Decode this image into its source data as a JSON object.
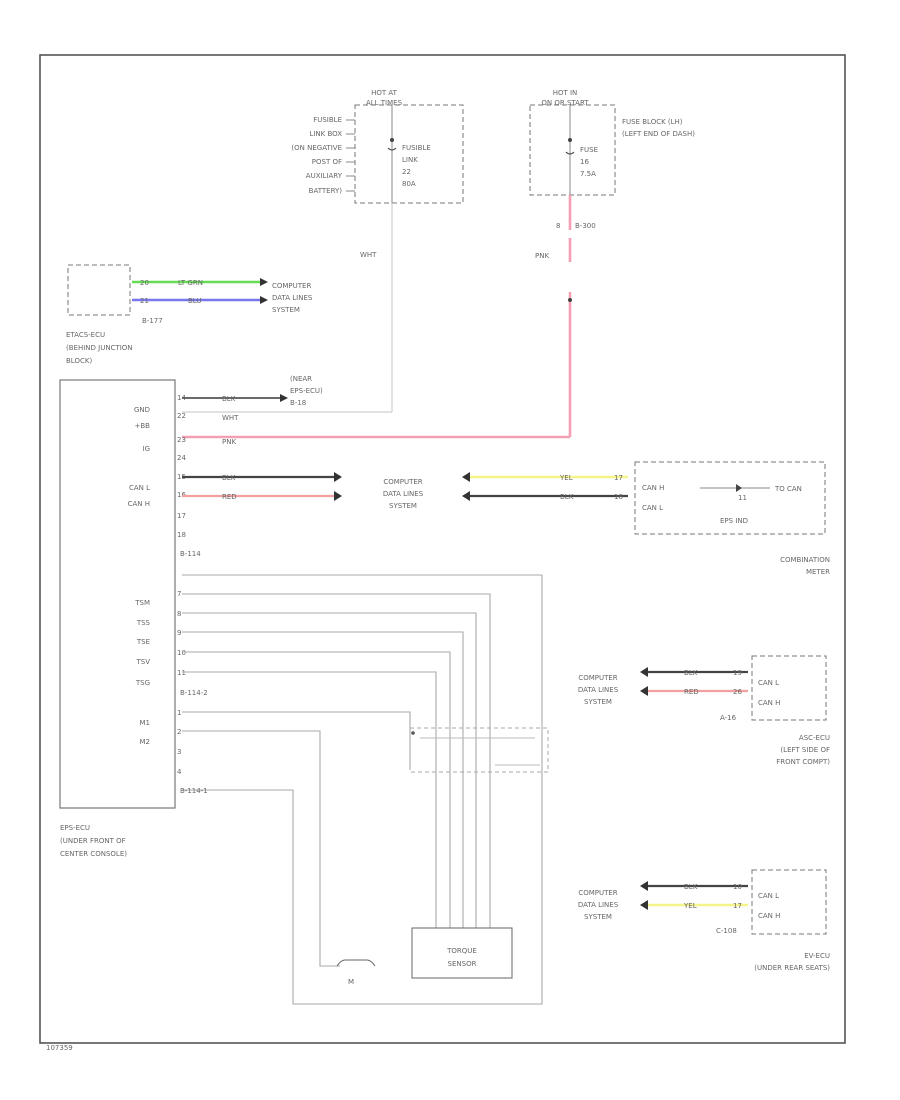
{
  "top_fuse_left": {
    "header": [
      "HOT AT",
      "ALL TIMES"
    ],
    "desc": [
      "FUSIBLE",
      "LINK BOX",
      "(ON NEGATIVE",
      "POST OF",
      "AUXILIARY",
      "BATTERY)"
    ],
    "fuse": [
      "FUSIBLE",
      "LINK",
      "22",
      "80A"
    ],
    "wire": "WHT"
  },
  "top_fuse_right": {
    "header": [
      "HOT IN",
      "ON OR START"
    ],
    "desc": [
      "FUSE BLOCK (LH)",
      "(LEFT END OF DASH)"
    ],
    "fuse": [
      "FUSE",
      "16",
      "7.5A"
    ],
    "connector": "8",
    "connector_id": "B-300",
    "wire": "PNK"
  },
  "ecu_gateway": {
    "wires": [
      {
        "pin": "20",
        "color": "LT GRN",
        "hex": "#66dd55"
      },
      {
        "pin": "21",
        "color": "BLU",
        "hex": "#7777ee"
      }
    ],
    "target": [
      "COMPUTER",
      "DATA LINES",
      "SYSTEM"
    ],
    "connector_id": "B-177",
    "name": [
      "ETACS-ECU",
      "(BEHIND JUNCTION",
      "BLOCK)"
    ]
  },
  "eps_ecu": {
    "pins_top": [
      {
        "label": "GND",
        "pin": "14",
        "color": "BLK"
      },
      {
        "label": "+BB",
        "pin": "22",
        "color": "WHT"
      },
      {
        "label": "IG",
        "pin": "23",
        "color": "PNK"
      },
      {
        "label": "",
        "pin": "24",
        "color": ""
      },
      {
        "label": "CAN L",
        "pin": "15",
        "color": "BLK"
      },
      {
        "label": "CAN H",
        "pin": "16",
        "color": "RED"
      },
      {
        "label": "",
        "pin": "17",
        "color": ""
      },
      {
        "label": "",
        "pin": "18",
        "color": ""
      }
    ],
    "connector_a": "B-114",
    "ground_target": [
      "(NEAR",
      "EPS-ECU)",
      "B-18"
    ],
    "can_target": [
      "COMPUTER",
      "DATA LINES",
      "SYSTEM"
    ],
    "pins_bottom": [
      {
        "label": "TSM",
        "pin": "7"
      },
      {
        "label": "TSS",
        "pin": "8"
      },
      {
        "label": "TSE",
        "pin": "9"
      },
      {
        "label": "TSV",
        "pin": "10"
      },
      {
        "label": "TSG",
        "pin": "11"
      }
    ],
    "connector_b": "B-114-2",
    "motor_pins": [
      {
        "label": "M1",
        "pin": "1"
      },
      {
        "label": "M2",
        "pin": "2"
      },
      {
        "label": "",
        "pin": "3"
      },
      {
        "label": "",
        "pin": "4"
      }
    ],
    "connector_c": "B-114-1",
    "name": [
      "EPS-ECU",
      "(UNDER FRONT OF",
      "CENTER CONSOLE)"
    ],
    "motor_label": "M",
    "sensor": [
      "TORQUE",
      "SENSOR"
    ]
  },
  "combination_meter": {
    "wires": [
      {
        "color": "YEL",
        "pin": "17",
        "hex": "#f4f48a"
      },
      {
        "color": "BLK",
        "pin": "18",
        "hex": "#444444"
      }
    ],
    "pins": [
      "CAN H",
      "CAN L"
    ],
    "inner": [
      "TO CAN",
      "11"
    ],
    "inner_label": "EPS IND",
    "name": [
      "COMBINATION",
      "METER"
    ]
  },
  "asc_ecu": {
    "target": [
      "COMPUTER",
      "DATA LINES",
      "SYSTEM"
    ],
    "wires": [
      {
        "color": "BLK",
        "pin": "19"
      },
      {
        "color": "RED",
        "pin": "26"
      }
    ],
    "pins": [
      "CAN L",
      "CAN H"
    ],
    "connector_id": "A-16",
    "name": [
      "ASC-ECU",
      "(LEFT SIDE OF",
      "FRONT COMPT)"
    ]
  },
  "ev_ecu": {
    "target": [
      "COMPUTER",
      "DATA LINES",
      "SYSTEM"
    ],
    "wires": [
      {
        "color": "BLK",
        "pin": "10"
      },
      {
        "color": "YEL",
        "pin": "17"
      }
    ],
    "pins": [
      "CAN L",
      "CAN H"
    ],
    "connector_id": "C-108",
    "name": [
      "EV-ECU",
      "(UNDER REAR SEATS)"
    ]
  },
  "footer_code": "107359"
}
